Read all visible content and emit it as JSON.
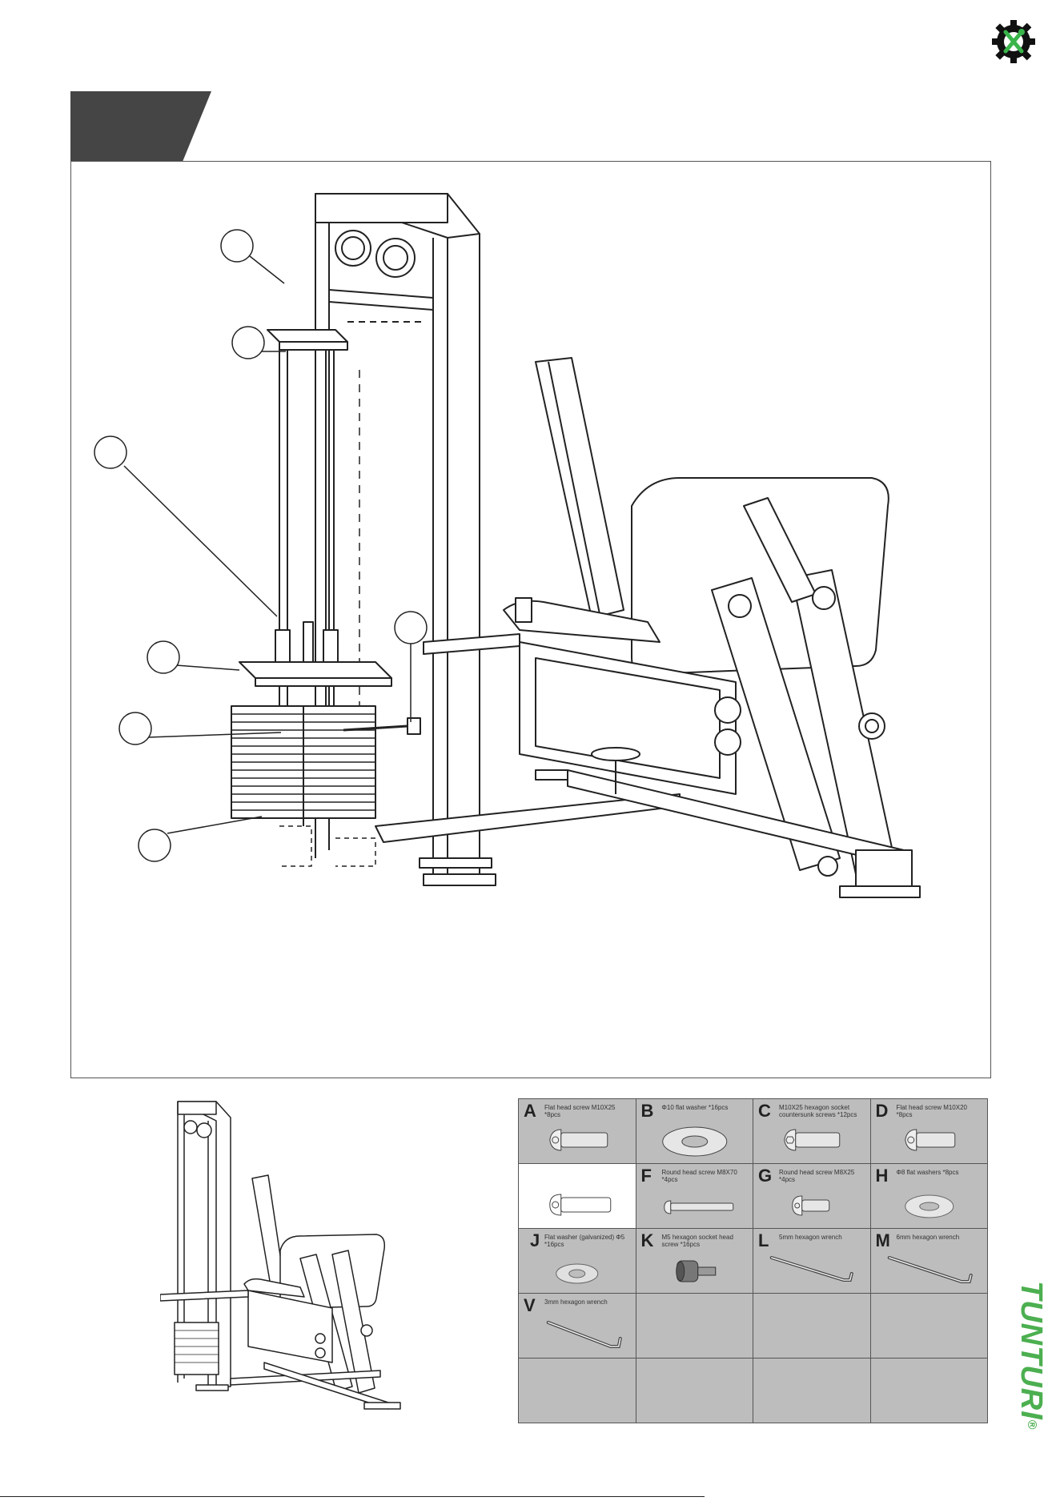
{
  "brand": {
    "name": "TUNTURI",
    "trademark": "®",
    "color": "#4caf50"
  },
  "icons": {
    "corner_logo": "wrench-screwdriver-gear-icon",
    "preview": "leg-machine-thumbnail"
  },
  "colors": {
    "step_tab": "#454545",
    "table_cell": "#bdbdbd",
    "line": "#222222"
  },
  "parts": [
    {
      "letter": "A",
      "desc": "Flat head screw M10X25 *8pcs",
      "icon": "flat-head-screw-icon"
    },
    {
      "letter": "B",
      "desc": "Φ10 flat washer *16pcs",
      "icon": "washer-icon"
    },
    {
      "letter": "C",
      "desc": "M10X25 hexagon socket countersunk screws *12pcs",
      "icon": "countersunk-screw-icon"
    },
    {
      "letter": "D",
      "desc": "Flat head screw M10X20 *8pcs",
      "icon": "flat-head-screw-icon"
    },
    {
      "letter": "",
      "desc": "",
      "icon": "round-head-screw-icon"
    },
    {
      "letter": "F",
      "desc": "Round head screw M8X70 *4pcs",
      "icon": "long-screw-icon"
    },
    {
      "letter": "G",
      "desc": "Round head screw M8X25 *4pcs",
      "icon": "round-head-screw-icon"
    },
    {
      "letter": "H",
      "desc": "Φ8 flat washers *8pcs",
      "icon": "washer-icon"
    },
    {
      "letter": "J",
      "desc": "Flat washer (galvanized) Φ5 *16pcs",
      "icon": "washer-icon"
    },
    {
      "letter": "K",
      "desc": "M5 hexagon socket head screw *16pcs",
      "icon": "socket-head-screw-icon"
    },
    {
      "letter": "L",
      "desc": "5mm hexagon wrench",
      "icon": "hex-wrench-icon"
    },
    {
      "letter": "M",
      "desc": "6mm hexagon wrench",
      "icon": "hex-wrench-icon"
    },
    {
      "letter": "V",
      "desc": "3mm hexagon wrench",
      "icon": "hex-wrench-icon"
    },
    {
      "letter": "",
      "desc": "",
      "icon": ""
    },
    {
      "letter": "",
      "desc": "",
      "icon": ""
    },
    {
      "letter": "",
      "desc": "",
      "icon": ""
    },
    {
      "letter": "",
      "desc": "",
      "icon": ""
    },
    {
      "letter": "",
      "desc": "",
      "icon": ""
    },
    {
      "letter": "",
      "desc": "",
      "icon": ""
    },
    {
      "letter": "",
      "desc": "",
      "icon": ""
    }
  ]
}
